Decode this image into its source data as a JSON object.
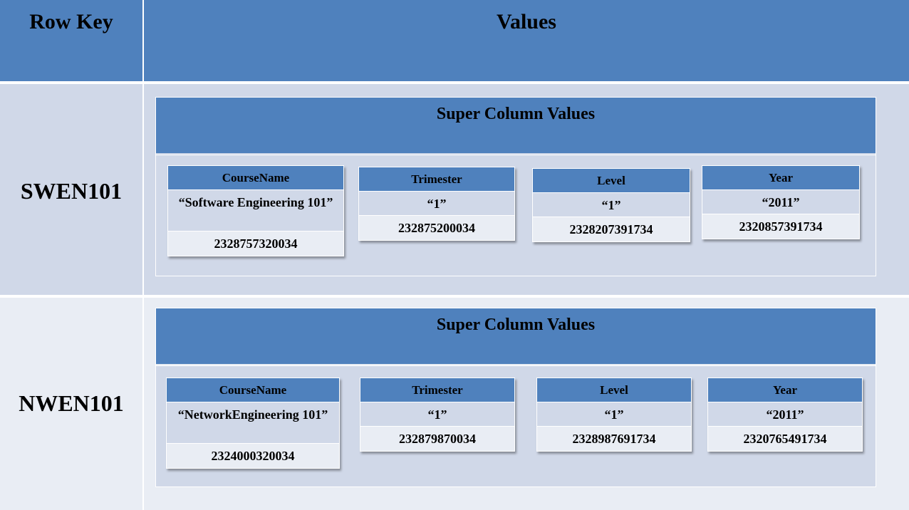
{
  "header": {
    "row_key_label": "Row Key",
    "values_label": "Values"
  },
  "rows": [
    {
      "row_key": "SWEN101",
      "super_column_title": "Super Column Values",
      "columns": [
        {
          "name": "CourseName",
          "value": "“Software Engineering 101”",
          "timestamp": "2328757320034"
        },
        {
          "name": "Trimester",
          "value": "“1”",
          "timestamp": "232875200034"
        },
        {
          "name": "Level",
          "value": "“1”",
          "timestamp": "2328207391734"
        },
        {
          "name": "Year",
          "value": "“2011”",
          "timestamp": "2320857391734"
        }
      ]
    },
    {
      "row_key": "NWEN101",
      "super_column_title": "Super Column Values",
      "columns": [
        {
          "name": "CourseName",
          "value": "“NetworkEngineering 101”",
          "timestamp": "2324000320034"
        },
        {
          "name": "Trimester",
          "value": "“1”",
          "timestamp": "232879870034"
        },
        {
          "name": "Level",
          "value": "“1”",
          "timestamp": "2328987691734"
        },
        {
          "name": "Year",
          "value": "“2011”",
          "timestamp": "2320765491734"
        }
      ]
    }
  ]
}
